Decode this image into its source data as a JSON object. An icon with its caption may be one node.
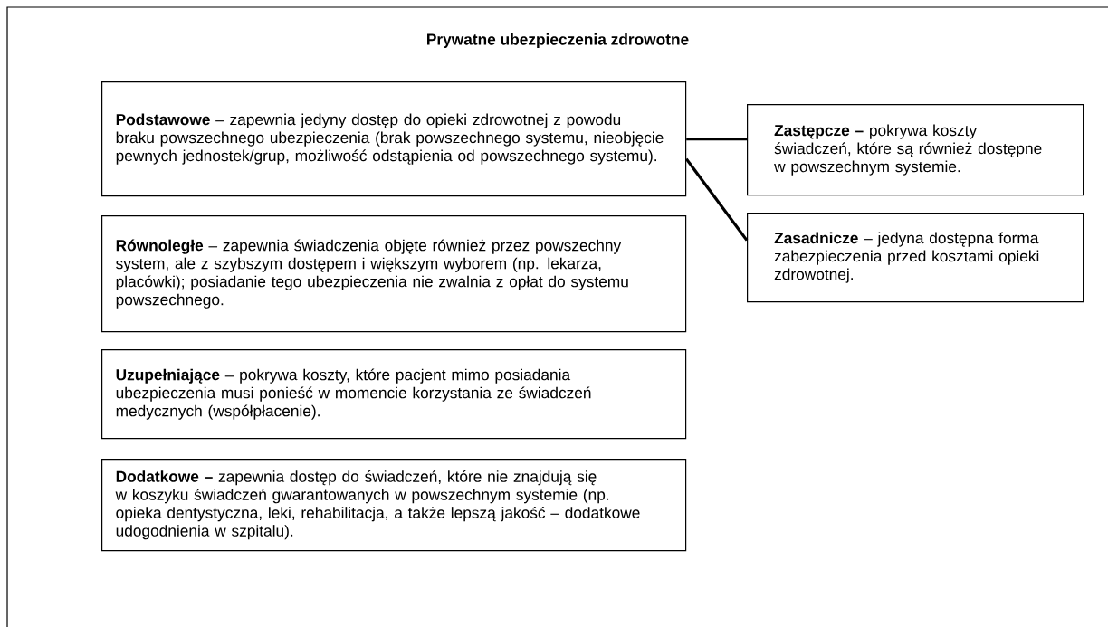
{
  "diagram": {
    "nodes": [
      {
        "text": [
          "Prywatne ubezpieczenia zdrowotne"
        ]
      },
      {
        "text": [
          "**Podstawowe** – zapewnia jedyny dostęp do opieki zdrowotnej z powodu braku powszechnego ubezpieczenia (brak powszechnego systemu, nieobjęcie pewnych jednostek/grup, możliwość odstąpienia od powszechnego systemu)."
        ],
        "in": 0
      },
      {
        "text": [
          "**Równoległe** – zapewnia świadczenia objęte również przez powszechny system, ale z szybszym dostępem i większym wyborem (np. lekarza, placówki); posiadanie tego ubezpieczenia nie zwalnia z opłat do systemu powszechnego."
        ],
        "in": 0
      },
      {
        "text": [
          "**Uzupełniające** – pokrywa koszty, które pacjent mimo posiadania ubezpieczenia musi ponieść w momencie korzystania ze świadczeń medycznych (współpłacenie)."
        ],
        "in": 0
      },
      {
        "text": [
          "**Dodatkowe –** zapewnia dostęp do świadczeń, które nie znajdują się w koszyku świadczeń gwarantowanych w powszechnym systemie (np. opieka dentystyczna, leki, rehabilitacja, a także lepszą jakość – dodatkowe udogodnienia w szpitalu)."
        ],
        "in": 0
      },
      {
        "text": [
          "**Zastępcze –** pokrywa koszty świadczeń, które są również dostępne w powszechnym systemie."
        ],
        "in": 0
      },
      {
        "text": [
          "**Zasadnicze** – jedyna dostępna forma zabezpieczenia przed kosztami opieki zdrowotnej."
        ],
        "in": 0
      }
    ],
    "edges": [
      {
        "from": 1,
        "to": 5,
        "arrow": "none"
      },
      {
        "from": 1,
        "to": 6,
        "arrow": "none"
      }
    ]
  }
}
